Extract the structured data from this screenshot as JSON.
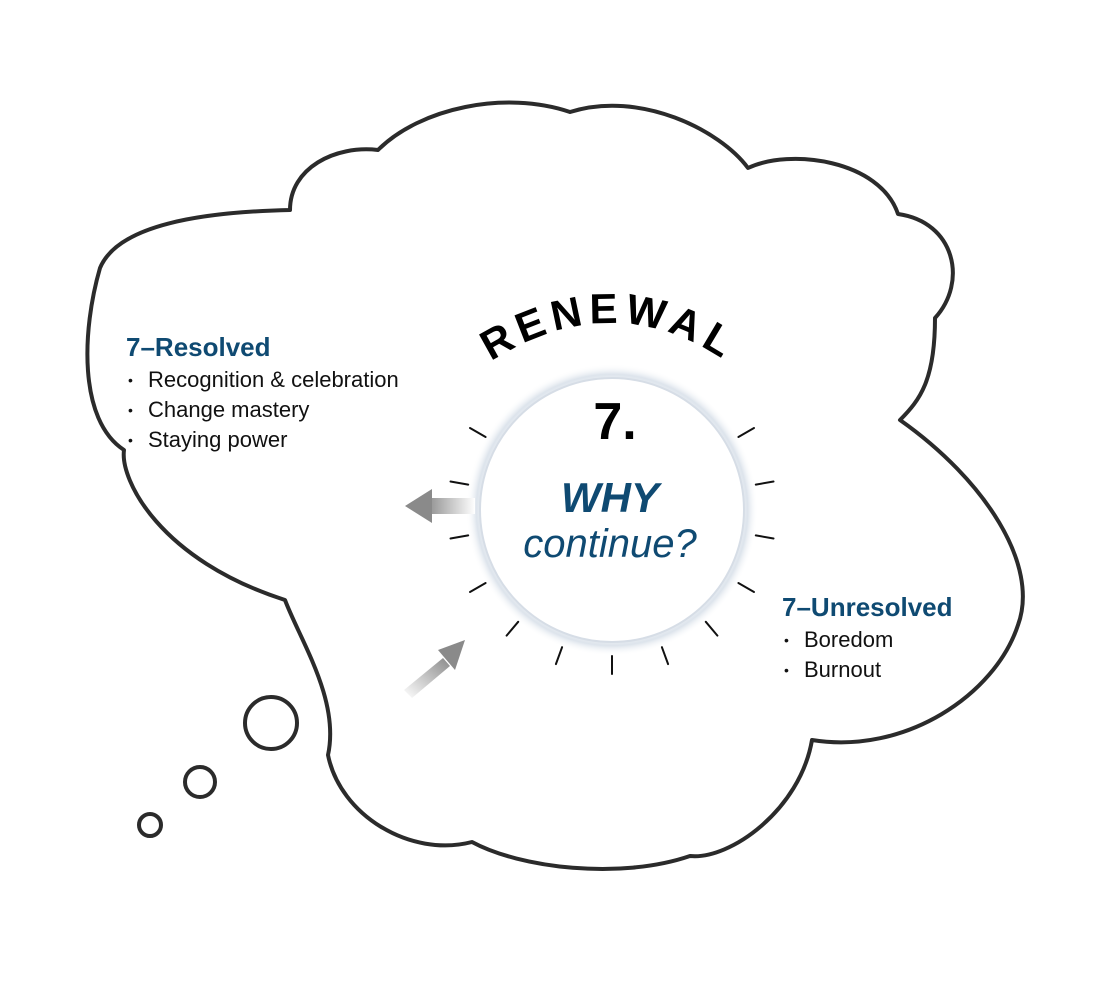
{
  "stage_title": "RENEWAL",
  "stage_number": "7.",
  "question": {
    "strong": "WHY",
    "rest": "continue?"
  },
  "resolved": {
    "heading": "7–Resolved",
    "items": [
      "Recognition & celebration",
      "Change mastery",
      "Staying power"
    ]
  },
  "unresolved": {
    "heading": "7–Unresolved",
    "items": [
      "Boredom",
      "Burnout"
    ]
  },
  "colors": {
    "heading_blue": "#0f4a72",
    "outline": "#2b2b2b",
    "arrow_gray": "#8a8a8a",
    "halo": "#c9d3de"
  }
}
